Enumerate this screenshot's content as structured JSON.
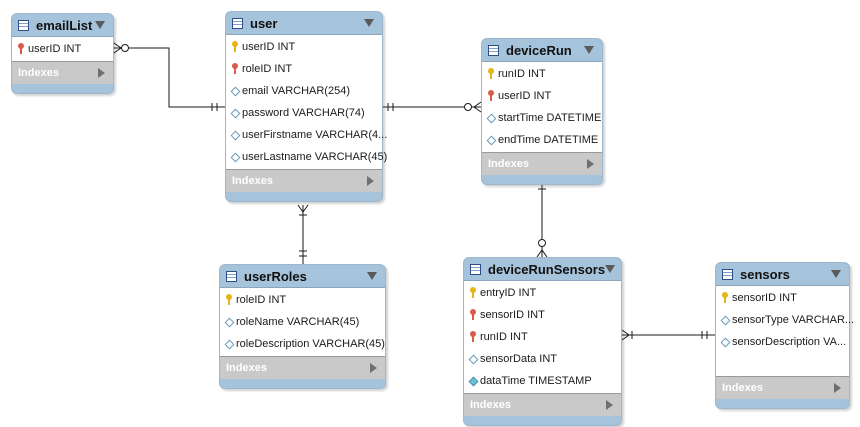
{
  "tables": {
    "emailList": {
      "title": "emailList",
      "columns": [
        {
          "text": "userID INT",
          "icon": "red-key-icon"
        }
      ],
      "indexes_label": "Indexes"
    },
    "user": {
      "title": "user",
      "columns": [
        {
          "text": "userID INT",
          "icon": "gold-key-icon"
        },
        {
          "text": "roleID INT",
          "icon": "red-key-icon"
        },
        {
          "text": "email VARCHAR(254)",
          "icon": "hollow-diamond-icon"
        },
        {
          "text": "password VARCHAR(74)",
          "icon": "hollow-diamond-icon"
        },
        {
          "text": "userFirstname VARCHAR(4...",
          "icon": "hollow-diamond-icon"
        },
        {
          "text": "userLastname VARCHAR(45)",
          "icon": "hollow-diamond-icon"
        }
      ],
      "indexes_label": "Indexes"
    },
    "deviceRun": {
      "title": "deviceRun",
      "columns": [
        {
          "text": "runID INT",
          "icon": "gold-key-icon"
        },
        {
          "text": "userID INT",
          "icon": "red-key-icon"
        },
        {
          "text": "startTime DATETIME",
          "icon": "hollow-diamond-icon"
        },
        {
          "text": "endTime DATETIME",
          "icon": "hollow-diamond-icon"
        }
      ],
      "indexes_label": "Indexes"
    },
    "userRoles": {
      "title": "userRoles",
      "columns": [
        {
          "text": "roleID INT",
          "icon": "gold-key-icon"
        },
        {
          "text": "roleName VARCHAR(45)",
          "icon": "hollow-diamond-icon"
        },
        {
          "text": "roleDescription VARCHAR(45)",
          "icon": "hollow-diamond-icon"
        }
      ],
      "indexes_label": "Indexes"
    },
    "deviceRunSensors": {
      "title": "deviceRunSensors",
      "columns": [
        {
          "text": "entryID INT",
          "icon": "gold-key-icon"
        },
        {
          "text": "sensorID INT",
          "icon": "red-key-icon"
        },
        {
          "text": "runID INT",
          "icon": "red-key-icon"
        },
        {
          "text": "sensorData INT",
          "icon": "hollow-diamond-icon"
        },
        {
          "text": "dataTime TIMESTAMP",
          "icon": "filled-diamond-icon"
        }
      ],
      "indexes_label": "Indexes"
    },
    "sensors": {
      "title": "sensors",
      "columns": [
        {
          "text": "sensorID INT",
          "icon": "gold-key-icon"
        },
        {
          "text": "sensorType VARCHAR...",
          "icon": "hollow-diamond-icon"
        },
        {
          "text": "sensorDescription VA...",
          "icon": "hollow-diamond-icon"
        }
      ],
      "indexes_label": "Indexes"
    }
  },
  "relationships": [
    {
      "from": "emailList",
      "to": "user",
      "from_end": "zero-or-many",
      "to_end": "one"
    },
    {
      "from": "user",
      "to": "deviceRun",
      "from_end": "one",
      "to_end": "zero-or-many"
    },
    {
      "from": "user",
      "to": "userRoles",
      "from_end": "one-or-many",
      "to_end": "one"
    },
    {
      "from": "deviceRun",
      "to": "deviceRunSensors",
      "from_end": "one",
      "to_end": "zero-or-many"
    },
    {
      "from": "deviceRunSensors",
      "to": "sensors",
      "from_end": "one-or-many",
      "to_end": "one"
    }
  ],
  "colors": {
    "table_header": "#a6c3dc",
    "indexes_bar": "#c9c9c9",
    "connector": "#1a1a1a",
    "primary_key": "#e6b416",
    "foreign_key": "#d95b4a"
  }
}
